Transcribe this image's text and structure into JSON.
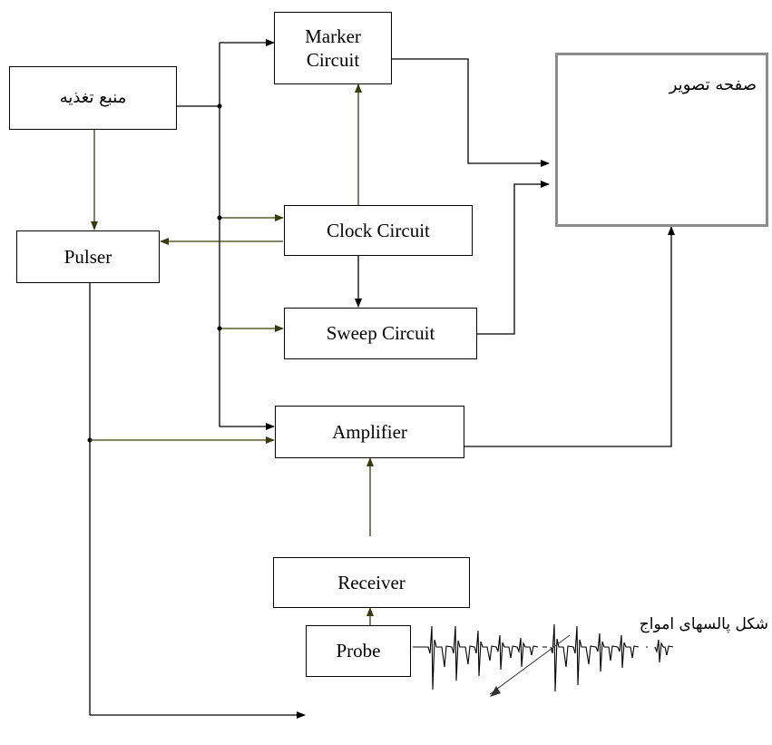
{
  "blocks": {
    "marker": "Marker\nCircuit",
    "power": "منبع تغذیه",
    "pulser": "Pulser",
    "clock": "Clock Circuit",
    "sweep": "Sweep Circuit",
    "amplifier": "Amplifier",
    "receiver": "Receiver",
    "probe": "Probe"
  },
  "screen": {
    "title": "صفحه تصویر"
  },
  "wave_label": "شکل پالسهای امواج",
  "colors": {
    "box_border": "#000000",
    "screen_border": "#8c8c8c",
    "olive_line": "#3a3a10",
    "black_line": "#000000"
  }
}
